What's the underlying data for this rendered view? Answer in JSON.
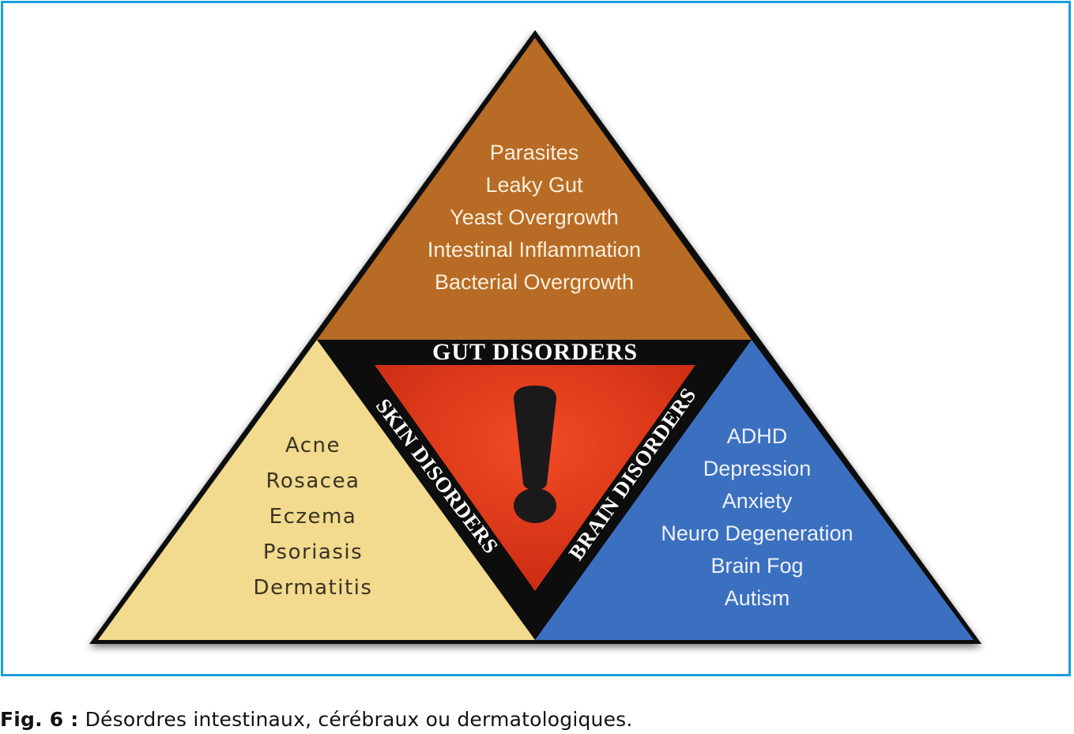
{
  "diagram": {
    "gut": {
      "title": "GUT DISORDERS",
      "items": [
        "Parasites",
        "Leaky Gut",
        "Yeast Overgrowth",
        "Intestinal Inflammation",
        "Bacterial Overgrowth"
      ],
      "color": "#b86b24"
    },
    "skin": {
      "title": "SKIN DISORDERS",
      "items": [
        "Acne",
        "Rosacea",
        "Eczema",
        "Psoriasis",
        "Dermatitis"
      ],
      "color": "#f2da8e"
    },
    "brain": {
      "title": "BRAIN DISORDERS",
      "items": [
        "ADHD",
        "Depression",
        "Anxiety",
        "Neuro Degeneration",
        "Brain Fog",
        "Autism"
      ],
      "color": "#3b6fc0"
    },
    "center": {
      "symbol": "!",
      "color": "#e23a1c",
      "icon": "warning-exclamation-icon"
    }
  },
  "caption": {
    "label": "Fig. 6 :",
    "text": " Désordres intestinaux, cérébraux ou dermatologiques."
  }
}
